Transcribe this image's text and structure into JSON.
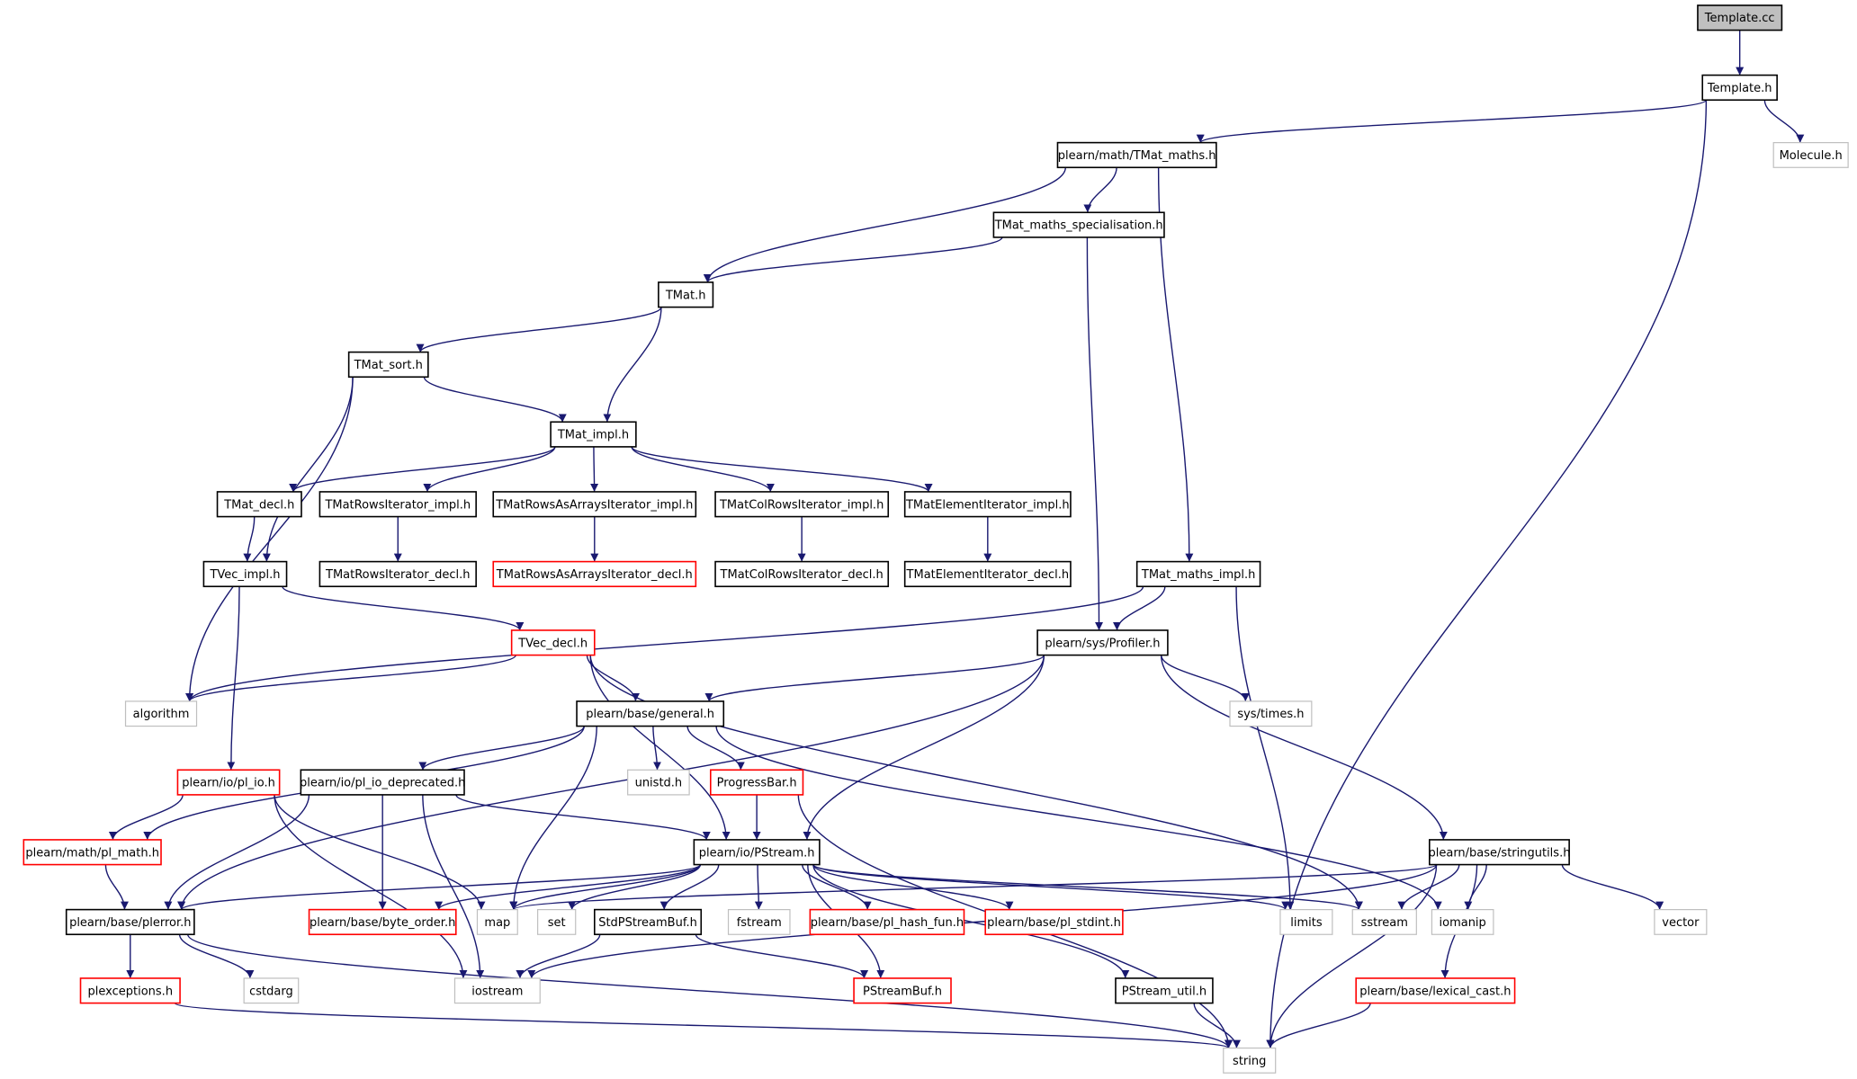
{
  "diagram": {
    "colors": {
      "edge": "#191970",
      "border_normal": "#000000",
      "border_truncated": "#ff0000",
      "border_system": "#bfbfbf",
      "root_fill": "#bfbfbf",
      "node_fill": "#ffffff",
      "text": "#000000"
    },
    "nodes": [
      {
        "id": "template_cc",
        "label": "Template.cc",
        "kind": "root"
      },
      {
        "id": "template_h",
        "label": "Template.h",
        "kind": "normal"
      },
      {
        "id": "molecule_h",
        "label": "Molecule.h",
        "kind": "system"
      },
      {
        "id": "tmat_maths_h",
        "label": "plearn/math/TMat_maths.h",
        "kind": "normal"
      },
      {
        "id": "tmat_maths_spec_h",
        "label": "TMat_maths_specialisation.h",
        "kind": "normal"
      },
      {
        "id": "tmat_h",
        "label": "TMat.h",
        "kind": "normal"
      },
      {
        "id": "tmat_sort_h",
        "label": "TMat_sort.h",
        "kind": "normal"
      },
      {
        "id": "tmat_impl_h",
        "label": "TMat_impl.h",
        "kind": "normal"
      },
      {
        "id": "tmat_decl_h",
        "label": "TMat_decl.h",
        "kind": "normal"
      },
      {
        "id": "tmatrows_impl_h",
        "label": "TMatRowsIterator_impl.h",
        "kind": "normal"
      },
      {
        "id": "tmatrowsarr_impl_h",
        "label": "TMatRowsAsArraysIterator_impl.h",
        "kind": "normal"
      },
      {
        "id": "tmatcol_impl_h",
        "label": "TMatColRowsIterator_impl.h",
        "kind": "normal"
      },
      {
        "id": "tmatelem_impl_h",
        "label": "TMatElementIterator_impl.h",
        "kind": "normal"
      },
      {
        "id": "tvec_impl_h",
        "label": "TVec_impl.h",
        "kind": "normal"
      },
      {
        "id": "tmatrows_decl_h",
        "label": "TMatRowsIterator_decl.h",
        "kind": "normal"
      },
      {
        "id": "tmatrowsarr_decl_h",
        "label": "TMatRowsAsArraysIterator_decl.h",
        "kind": "truncated"
      },
      {
        "id": "tmatcol_decl_h",
        "label": "TMatColRowsIterator_decl.h",
        "kind": "normal"
      },
      {
        "id": "tmatelem_decl_h",
        "label": "TMatElementIterator_decl.h",
        "kind": "normal"
      },
      {
        "id": "tmat_maths_impl_h",
        "label": "TMat_maths_impl.h",
        "kind": "normal"
      },
      {
        "id": "tvec_decl_h",
        "label": "TVec_decl.h",
        "kind": "truncated"
      },
      {
        "id": "profiler_h",
        "label": "plearn/sys/Profiler.h",
        "kind": "normal"
      },
      {
        "id": "algorithm",
        "label": "algorithm",
        "kind": "system"
      },
      {
        "id": "general_h",
        "label": "plearn/base/general.h",
        "kind": "normal"
      },
      {
        "id": "sys_times_h",
        "label": "sys/times.h",
        "kind": "system"
      },
      {
        "id": "pl_io_h",
        "label": "plearn/io/pl_io.h",
        "kind": "truncated"
      },
      {
        "id": "pl_io_dep_h",
        "label": "plearn/io/pl_io_deprecated.h",
        "kind": "normal"
      },
      {
        "id": "unistd_h",
        "label": "unistd.h",
        "kind": "system"
      },
      {
        "id": "progressbar_h",
        "label": "ProgressBar.h",
        "kind": "truncated"
      },
      {
        "id": "pl_math_h",
        "label": "plearn/math/pl_math.h",
        "kind": "truncated"
      },
      {
        "id": "pstream_h",
        "label": "plearn/io/PStream.h",
        "kind": "normal"
      },
      {
        "id": "stringutils_h",
        "label": "plearn/base/stringutils.h",
        "kind": "normal"
      },
      {
        "id": "plerror_h",
        "label": "plearn/base/plerror.h",
        "kind": "normal"
      },
      {
        "id": "byte_order_h",
        "label": "plearn/base/byte_order.h",
        "kind": "truncated"
      },
      {
        "id": "map",
        "label": "map",
        "kind": "system"
      },
      {
        "id": "set",
        "label": "set",
        "kind": "system"
      },
      {
        "id": "stdpstreambuf_h",
        "label": "StdPStreamBuf.h",
        "kind": "normal"
      },
      {
        "id": "fstream",
        "label": "fstream",
        "kind": "system"
      },
      {
        "id": "pl_hash_fun_h",
        "label": "plearn/base/pl_hash_fun.h",
        "kind": "truncated"
      },
      {
        "id": "pl_stdint_h",
        "label": "plearn/base/pl_stdint.h",
        "kind": "truncated"
      },
      {
        "id": "limits",
        "label": "limits",
        "kind": "system"
      },
      {
        "id": "sstream",
        "label": "sstream",
        "kind": "system"
      },
      {
        "id": "iomanip",
        "label": "iomanip",
        "kind": "system"
      },
      {
        "id": "vector",
        "label": "vector",
        "kind": "system"
      },
      {
        "id": "plexceptions_h",
        "label": "plexceptions.h",
        "kind": "truncated"
      },
      {
        "id": "cstdarg",
        "label": "cstdarg",
        "kind": "system"
      },
      {
        "id": "iostream",
        "label": "iostream",
        "kind": "system"
      },
      {
        "id": "pstreambuf_h",
        "label": "PStreamBuf.h",
        "kind": "truncated"
      },
      {
        "id": "pstream_util_h",
        "label": "PStream_util.h",
        "kind": "normal"
      },
      {
        "id": "lexical_cast_h",
        "label": "plearn/base/lexical_cast.h",
        "kind": "truncated"
      },
      {
        "id": "string",
        "label": "string",
        "kind": "system"
      }
    ],
    "edges": [
      [
        "template_cc",
        "template_h"
      ],
      [
        "template_h",
        "tmat_maths_h"
      ],
      [
        "template_h",
        "molecule_h"
      ],
      [
        "template_h",
        "string"
      ],
      [
        "tmat_maths_h",
        "tmat_maths_spec_h"
      ],
      [
        "tmat_maths_h",
        "tmat_h"
      ],
      [
        "tmat_maths_h",
        "tmat_maths_impl_h"
      ],
      [
        "tmat_maths_spec_h",
        "tmat_h"
      ],
      [
        "tmat_maths_spec_h",
        "profiler_h"
      ],
      [
        "tmat_h",
        "tmat_sort_h"
      ],
      [
        "tmat_h",
        "tmat_impl_h"
      ],
      [
        "tmat_sort_h",
        "tmat_impl_h"
      ],
      [
        "tmat_sort_h",
        "algorithm"
      ],
      [
        "tmat_sort_h",
        "tvec_impl_h"
      ],
      [
        "tmat_impl_h",
        "tmat_decl_h"
      ],
      [
        "tmat_impl_h",
        "tmatrows_impl_h"
      ],
      [
        "tmat_impl_h",
        "tmatrowsarr_impl_h"
      ],
      [
        "tmat_impl_h",
        "tmatcol_impl_h"
      ],
      [
        "tmat_impl_h",
        "tmatelem_impl_h"
      ],
      [
        "tmat_decl_h",
        "tvec_impl_h"
      ],
      [
        "tmatrows_impl_h",
        "tmatrows_decl_h"
      ],
      [
        "tmatrowsarr_impl_h",
        "tmatrowsarr_decl_h"
      ],
      [
        "tmatcol_impl_h",
        "tmatcol_decl_h"
      ],
      [
        "tmatelem_impl_h",
        "tmatelem_decl_h"
      ],
      [
        "tvec_impl_h",
        "tvec_decl_h"
      ],
      [
        "tvec_impl_h",
        "pl_io_h"
      ],
      [
        "tmat_maths_impl_h",
        "profiler_h"
      ],
      [
        "tmat_maths_impl_h",
        "algorithm"
      ],
      [
        "tmat_maths_impl_h",
        "limits"
      ],
      [
        "tvec_decl_h",
        "algorithm"
      ],
      [
        "tvec_decl_h",
        "general_h"
      ],
      [
        "tvec_decl_h",
        "pstream_h"
      ],
      [
        "tvec_decl_h",
        "sstream"
      ],
      [
        "profiler_h",
        "general_h"
      ],
      [
        "profiler_h",
        "sys_times_h"
      ],
      [
        "profiler_h",
        "stringutils_h"
      ],
      [
        "profiler_h",
        "pstream_h"
      ],
      [
        "profiler_h",
        "plerror_h"
      ],
      [
        "general_h",
        "pl_io_dep_h"
      ],
      [
        "general_h",
        "unistd_h"
      ],
      [
        "general_h",
        "progressbar_h"
      ],
      [
        "general_h",
        "pl_math_h"
      ],
      [
        "general_h",
        "map"
      ],
      [
        "general_h",
        "iomanip"
      ],
      [
        "pl_io_h",
        "pl_math_h"
      ],
      [
        "pl_io_h",
        "map"
      ],
      [
        "pl_io_h",
        "iostream"
      ],
      [
        "pl_io_dep_h",
        "pstream_h"
      ],
      [
        "pl_io_dep_h",
        "plerror_h"
      ],
      [
        "pl_io_dep_h",
        "byte_order_h"
      ],
      [
        "pl_io_dep_h",
        "iostream"
      ],
      [
        "progressbar_h",
        "pstream_h"
      ],
      [
        "progressbar_h",
        "string"
      ],
      [
        "pl_math_h",
        "plerror_h"
      ],
      [
        "pstream_h",
        "plerror_h"
      ],
      [
        "pstream_h",
        "byte_order_h"
      ],
      [
        "pstream_h",
        "map"
      ],
      [
        "pstream_h",
        "set"
      ],
      [
        "pstream_h",
        "stdpstreambuf_h"
      ],
      [
        "pstream_h",
        "fstream"
      ],
      [
        "pstream_h",
        "pl_hash_fun_h"
      ],
      [
        "pstream_h",
        "pl_stdint_h"
      ],
      [
        "pstream_h",
        "limits"
      ],
      [
        "pstream_h",
        "sstream"
      ],
      [
        "pstream_h",
        "pstreambuf_h"
      ],
      [
        "pstream_h",
        "pstream_util_h"
      ],
      [
        "stringutils_h",
        "map"
      ],
      [
        "stringutils_h",
        "sstream"
      ],
      [
        "stringutils_h",
        "iomanip"
      ],
      [
        "stringutils_h",
        "vector"
      ],
      [
        "stringutils_h",
        "iostream"
      ],
      [
        "stringutils_h",
        "lexical_cast_h"
      ],
      [
        "stringutils_h",
        "string"
      ],
      [
        "plerror_h",
        "plexceptions_h"
      ],
      [
        "plerror_h",
        "cstdarg"
      ],
      [
        "plerror_h",
        "string"
      ],
      [
        "stdpstreambuf_h",
        "iostream"
      ],
      [
        "stdpstreambuf_h",
        "pstreambuf_h"
      ],
      [
        "pstream_util_h",
        "string"
      ],
      [
        "lexical_cast_h",
        "string"
      ],
      [
        "plexceptions_h",
        "string"
      ]
    ]
  }
}
